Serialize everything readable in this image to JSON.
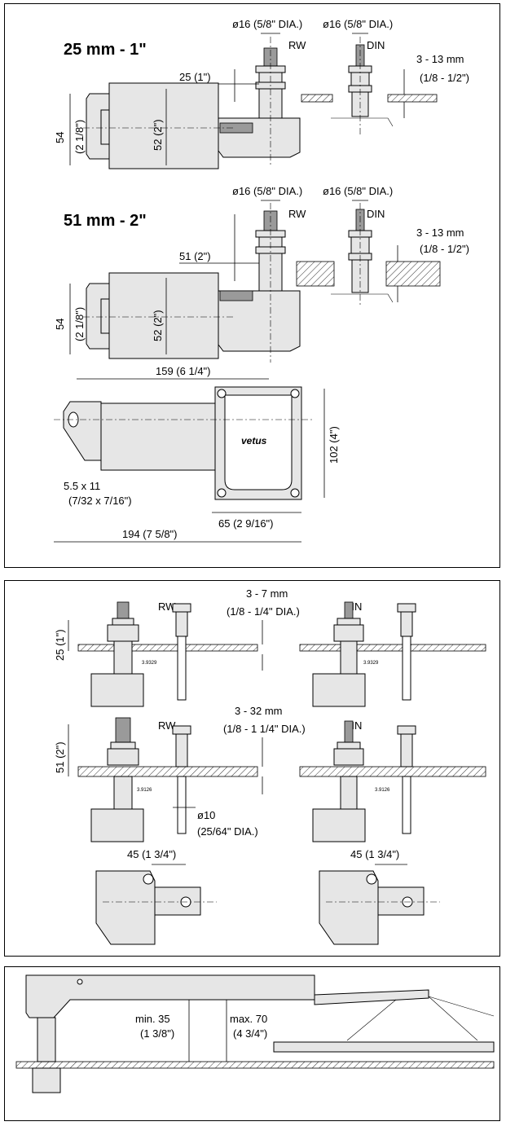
{
  "colors": {
    "line": "#000000",
    "fill_light": "#e6e6e6",
    "fill_dark": "#9a9a9a",
    "background": "#ffffff"
  },
  "panel1": {
    "title_1": "25 mm - 1\"",
    "title_2": "51 mm - 2\"",
    "shaft_rw": "ø16 (5/8\" DIA.)",
    "shaft_din": "ø16 (5/8\" DIA.)",
    "rw": "RW",
    "din": "DIN",
    "wall_mm": "3 - 13 mm",
    "wall_in": "(1/8 - 1/2\")",
    "shaft_25": "25 (1\")",
    "shaft_51": "51 (2\")",
    "h54": "54",
    "h54_in": "(2 1/8\")",
    "h52": "52 (2\")",
    "len159": "159 (6 1/4\")",
    "len194": "194 (7 5/8\")",
    "h102": "102 (4\")",
    "w65": "65 (2 9/16\")",
    "slot": "5.5 x 11",
    "slot_in": "(7/32 x 7/16\")",
    "brand": "vetus"
  },
  "panel2": {
    "rw": "RW",
    "din": "DIN",
    "wall_a_mm": "3 - 7 mm",
    "wall_a_in": "(1/8 - 1/4\" DIA.)",
    "wall_b_mm": "3 - 32 mm",
    "wall_b_in": "(1/8 - 1 1/4\" DIA.)",
    "shaft_25": "25 (1\")",
    "shaft_51": "51 (2\")",
    "hole": "ø10",
    "hole_in": "(25/64\" DIA.)",
    "dist45": "45 (1 3/4\")",
    "part_no_a": "3.9329",
    "part_no_b": "3.9126"
  },
  "panel3": {
    "min": "min. 35",
    "min_in": "(1 3/8\")",
    "max": "max. 70",
    "max_in": "(4 3/4\")"
  }
}
